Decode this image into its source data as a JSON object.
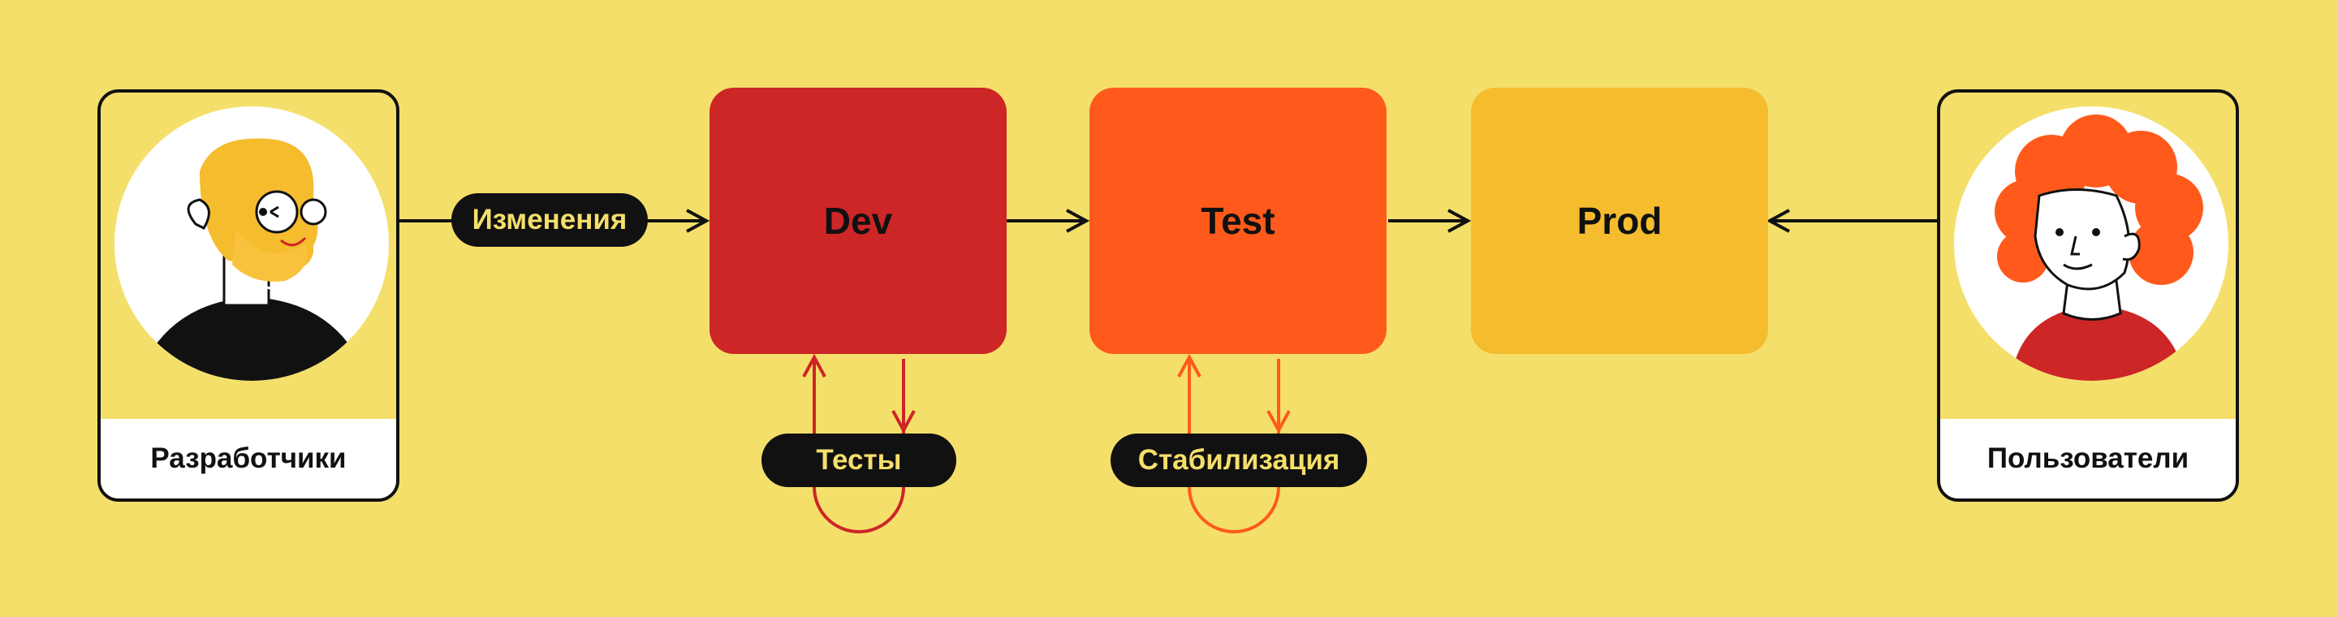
{
  "nodes": {
    "developers": "Разработчики",
    "dev": "Dev",
    "test": "Test",
    "prod": "Prod",
    "users": "Пользователи"
  },
  "edges": {
    "changes": "Изменения",
    "tests": "Тесты",
    "stabilization": "Стабилизация"
  },
  "colors": {
    "background": "#F5DF6B",
    "dev": "#CC2626",
    "test": "#FF5A1C",
    "prod": "#F5BC2E",
    "pill": "#111111",
    "pill_text": "#F5DF6B"
  },
  "icons": {
    "developer_avatar": "developer-avatar-icon",
    "user_avatar": "user-avatar-icon"
  }
}
